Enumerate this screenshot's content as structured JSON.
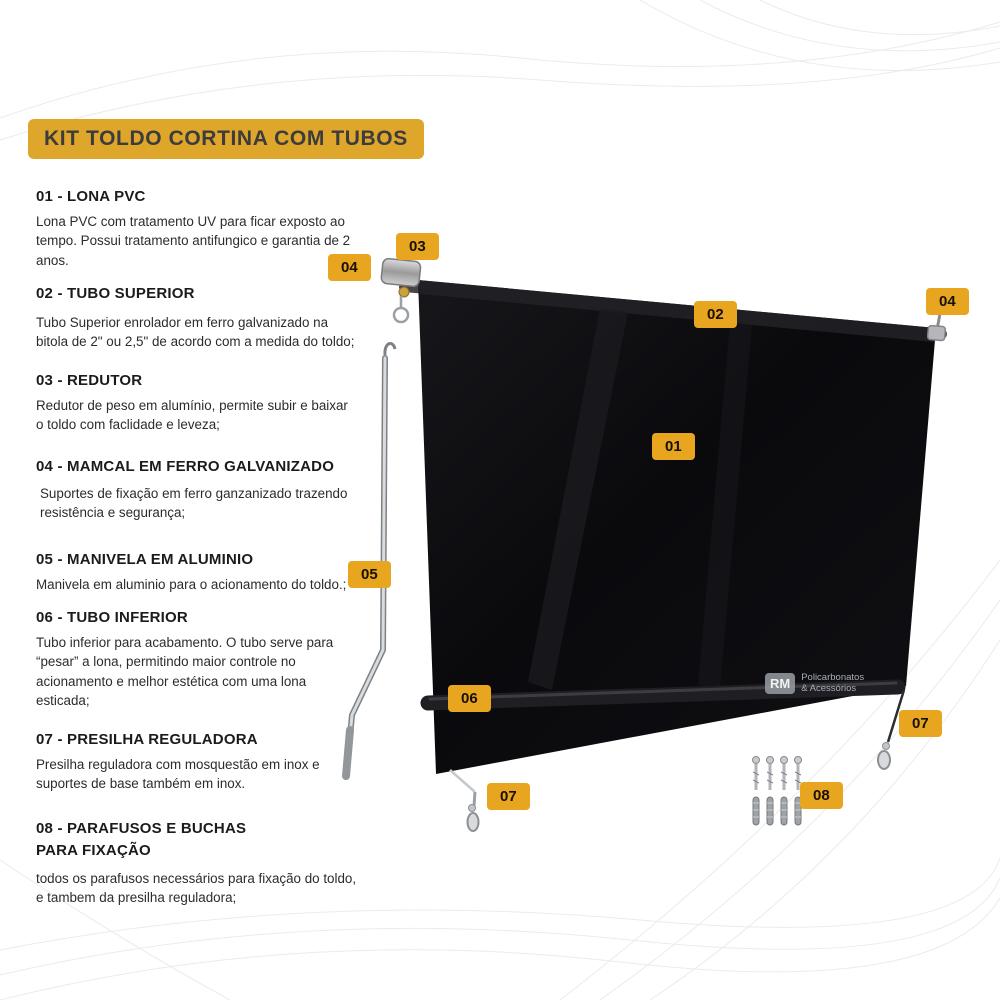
{
  "title": "KIT TOLDO CORTINA COM TUBOS",
  "sections": [
    {
      "heading": "01 - LONA PVC",
      "body": "Lona PVC com tratamento UV para ficar exposto ao tempo. Possui tratamento antifungico e garantia de 2 anos."
    },
    {
      "heading": "02 - TUBO SUPERIOR",
      "body": "Tubo Superior enrolador em ferro galvanizado na bitola de 2\" ou 2,5\" de acordo com a medida do toldo;"
    },
    {
      "heading": "03 - REDUTOR",
      "body": "Redutor de peso em alumínio, permite subir e baixar o toldo com faclidade e leveza;"
    },
    {
      "heading": "04 - MAMCAL  EM FERRO GALVANIZADO",
      "body": "Suportes de fixação em ferro ganzanizado trazendo resistência e segurança;"
    },
    {
      "heading": "05 - MANIVELA EM ALUMINIO",
      "body": "Manivela em aluminio para o acionamento do toldo.;"
    },
    {
      "heading": "06 - TUBO INFERIOR",
      "body": "Tubo inferior para acabamento. O tubo serve para “pesar” a lona, permitindo maior controle no acionamento e melhor estética com uma lona esticada;"
    },
    {
      "heading": "07 - PRESILHA REGULADORA",
      "body": "Presilha reguladora com mosquestão em inox e suportes de base também em inox."
    },
    {
      "heading": "08 - PARAFUSOS E BUCHAS PARA FIXAÇÃO",
      "body": "todos os parafusos necessários para fixação do toldo, e tambem da presilha reguladora;"
    }
  ],
  "callouts": [
    {
      "label": "01"
    },
    {
      "label": "02"
    },
    {
      "label": "03"
    },
    {
      "label": "04"
    },
    {
      "label": "04"
    },
    {
      "label": "05"
    },
    {
      "label": "06"
    },
    {
      "label": "07"
    },
    {
      "label": "07"
    },
    {
      "label": "08"
    }
  ],
  "watermark": {
    "logo": "RM",
    "line1": "Policarbonatos",
    "line2": "& Acessórios"
  },
  "colors": {
    "title_bg": "#dfa62c",
    "callout_bg": "#e8a51f",
    "callout_text": "#171006",
    "tarp": "#0b0b0e"
  }
}
